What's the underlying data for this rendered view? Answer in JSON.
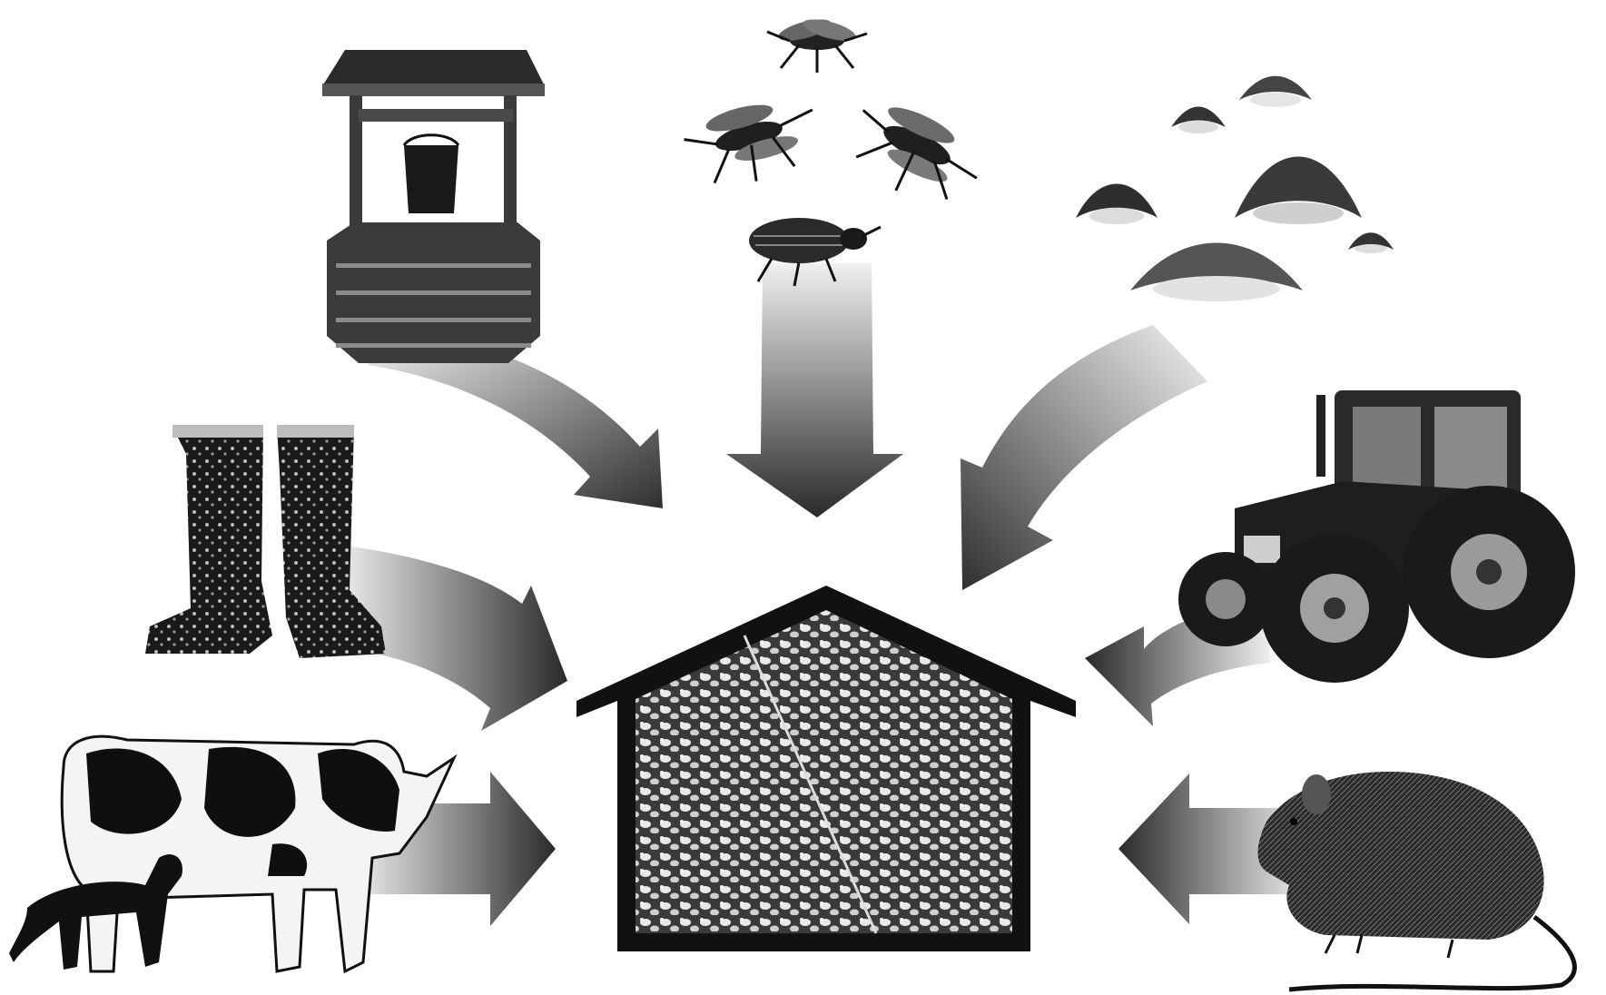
{
  "diagram": {
    "center": "poultry-house",
    "sources": [
      "well",
      "flies-and-beetle",
      "wild-birds",
      "boots",
      "tractor",
      "cow-and-dog",
      "rat"
    ]
  },
  "colors": {
    "background": "#ffffff",
    "ink": "#111111",
    "arrow_dark": "#2a2a2a",
    "arrow_light": "#e6e6e6"
  }
}
